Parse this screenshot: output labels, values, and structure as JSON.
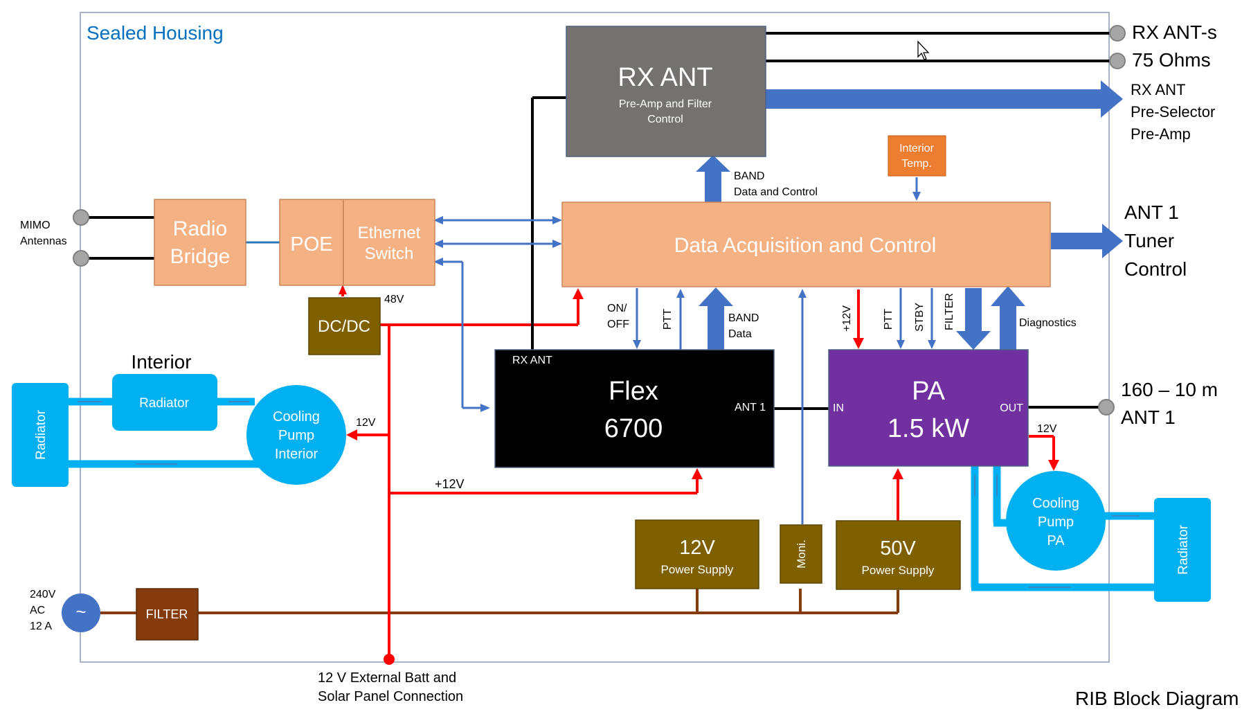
{
  "diagram": {
    "caption": "RIB Block Diagram",
    "housing_label": "Sealed Housing",
    "colors": {
      "block_orange": "#F4B183",
      "rx_ant_gray": "#767171",
      "olive": "#7F6000",
      "purple": "#7030A0",
      "black": "#000000",
      "cyan": "#00B0F0",
      "blue_arrow": "#4472C4",
      "red_power": "#FF0000",
      "brown_ac": "#843C0C",
      "orange_small": "#ED7D31",
      "housing_blue": "#0070C0"
    },
    "blocks": {
      "radio_bridge": [
        "Radio",
        "Bridge"
      ],
      "poe": "POE",
      "ethernet_switch": [
        "Ethernet",
        "Switch"
      ],
      "dc_dc": "DC/DC",
      "rx_ant": {
        "title": "RX ANT",
        "subtitle": [
          "Pre-Amp and Filter",
          "Control"
        ]
      },
      "interior_temp": [
        "Interior",
        "Temp."
      ],
      "daq": "Data Acquisition and Control",
      "flex": {
        "title": [
          "Flex",
          "6700"
        ],
        "port_rx_ant": "RX ANT",
        "port_ant1": "ANT 1"
      },
      "pa": {
        "title": [
          "PA",
          "1.5 kW"
        ],
        "port_in": "IN",
        "port_out": "OUT"
      },
      "ps_12v": {
        "title": "12V",
        "subtitle": "Power Supply"
      },
      "moni": "Moni.",
      "ps_50v": {
        "title": "50V",
        "subtitle": "Power Supply"
      },
      "filter": "FILTER",
      "radiator_left": "Radiator",
      "radiator_interior": "Radiator",
      "pump_interior": [
        "Cooling",
        "Pump",
        "Interior"
      ],
      "pump_pa": [
        "Cooling",
        "Pump",
        "PA"
      ],
      "radiator_right": "Radiator",
      "ac_source_icon": "ac-sine-icon"
    },
    "labels": {
      "interior_heading": "Interior",
      "mimo": [
        "MIMO",
        "Antennas"
      ],
      "ac_input": [
        "240V",
        "AC",
        "12 A"
      ],
      "v48": "48V",
      "v12_pump_interior": "12V",
      "v12_bus": "+12V",
      "v12_pa_pump": "12V",
      "band_dc": [
        "BAND",
        "Data and Control"
      ],
      "on_off": [
        "ON/",
        "OFF"
      ],
      "ptt_flex": "PTT",
      "band_data": [
        "BAND",
        "Data"
      ],
      "plus12v_pa": "+12V",
      "ptt_pa": "PTT",
      "stby": "STBY",
      "filter_sig": "FILTER",
      "diagnostics": "Diagnostics",
      "ext_batt": [
        "12 V External Batt and",
        "Solar Panel Connection"
      ]
    },
    "outputs": {
      "rx_ants": [
        "RX ANT-s",
        "75 Ohms"
      ],
      "rx_ant_ctrl": [
        "RX ANT",
        "Pre-Selector",
        "Pre-Amp"
      ],
      "ant1_tuner": [
        "ANT 1",
        "Tuner",
        "Control"
      ],
      "band_out": [
        "160 – 10 m",
        "ANT 1"
      ]
    }
  }
}
